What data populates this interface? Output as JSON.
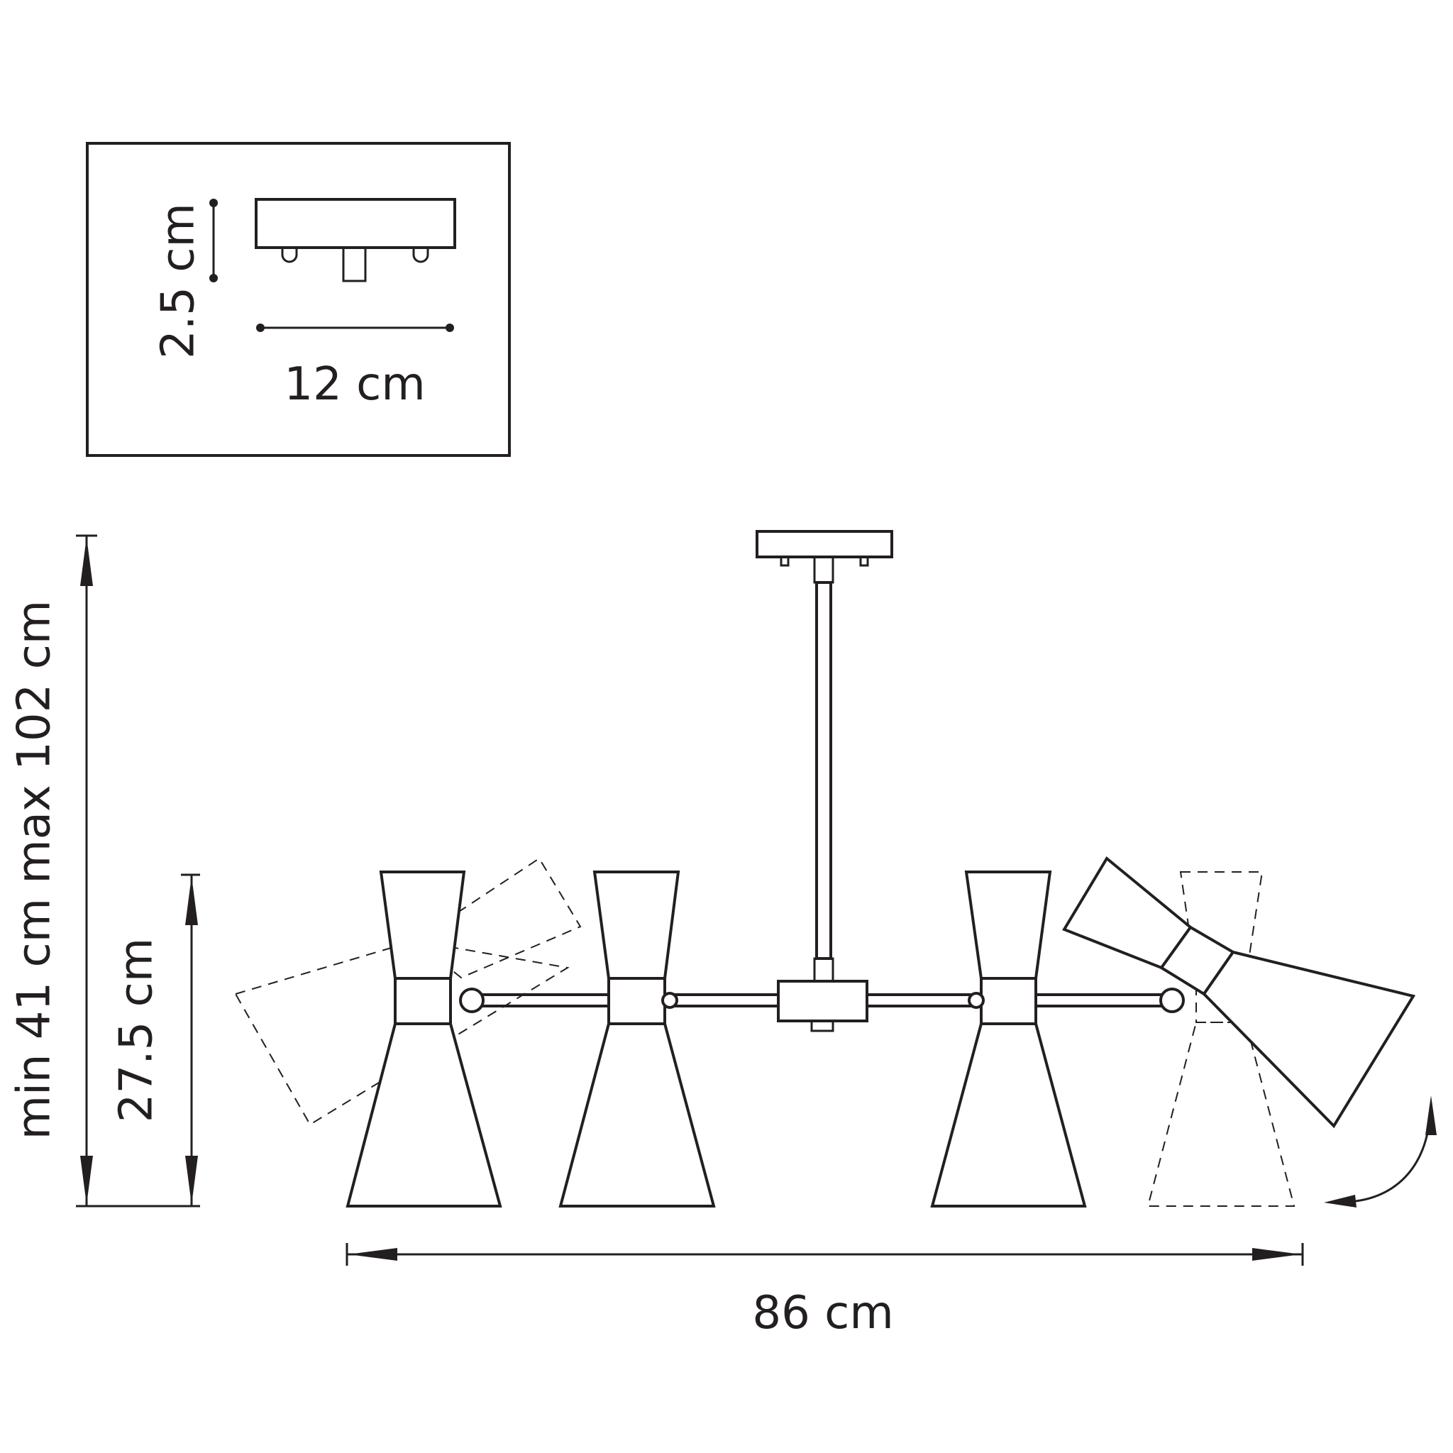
{
  "dimensions": {
    "canopy_height": "2.5 cm",
    "canopy_width": "12 cm",
    "total_height": "min 41 cm max 102 cm",
    "shade_height": "27.5 cm",
    "total_width": "86 cm"
  }
}
